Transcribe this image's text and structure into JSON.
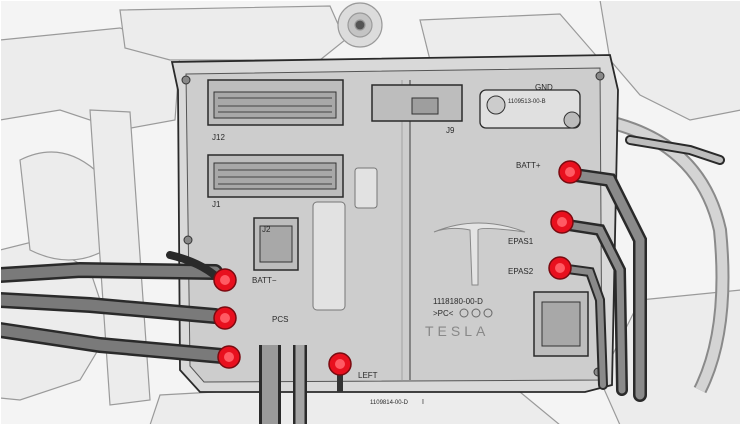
{
  "labels": {
    "j12": "J12",
    "j1": "J1",
    "j2": "J2",
    "j9": "J9",
    "gnd": "GND",
    "gnd_part": "1109513-00-B",
    "batt_plus_right": "BATT+",
    "epas1": "EPAS1",
    "epas2": "EPAS2",
    "batt_minus": "BATT−",
    "pcs": "PCS",
    "left": "LEFT",
    "board_part": "1118180-00-D",
    "board_code": ">PC<",
    "brand": "TESLA",
    "bottom_part": "1109814-00-D",
    "bottom_mark": "I"
  },
  "colors": {
    "line": "#2a2a2a",
    "panel_fill": "#d8d8d8",
    "panel_inner": "#c9c9c9",
    "background_parts": "#ededed",
    "highlight_red": "#e8101e"
  }
}
